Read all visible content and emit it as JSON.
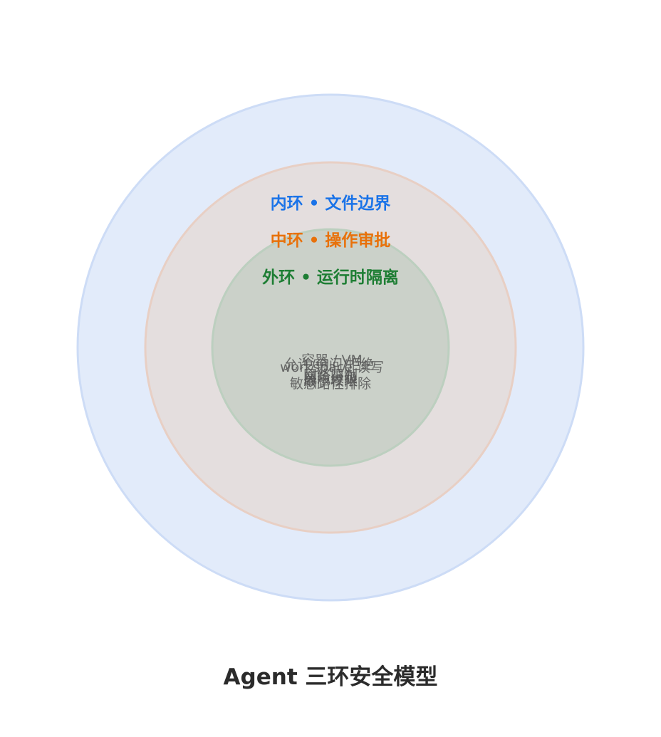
{
  "title": "Agent 三环安全模型",
  "rings": [
    {
      "label": "内环 • 文件边界",
      "label_color": "#1a73e8",
      "fill": "#e2ebfa",
      "stroke": "#cddcf6"
    },
    {
      "label": "中环 • 操作审批",
      "label_color": "#e8710a",
      "fill": "#e4dede",
      "stroke": "#e8cfc4"
    },
    {
      "label": "外环 • 运行时隔离",
      "label_color": "#1e7e34",
      "fill": "#cbd1c9",
      "stroke": "#bccfbf"
    }
  ],
  "overlapping_details": [
    "容器 / VM",
    "允许/询问/拒绝",
    "workspace 读写",
    "网络限制",
    "风险分级",
    "最小权限",
    "敏感路径排除"
  ]
}
